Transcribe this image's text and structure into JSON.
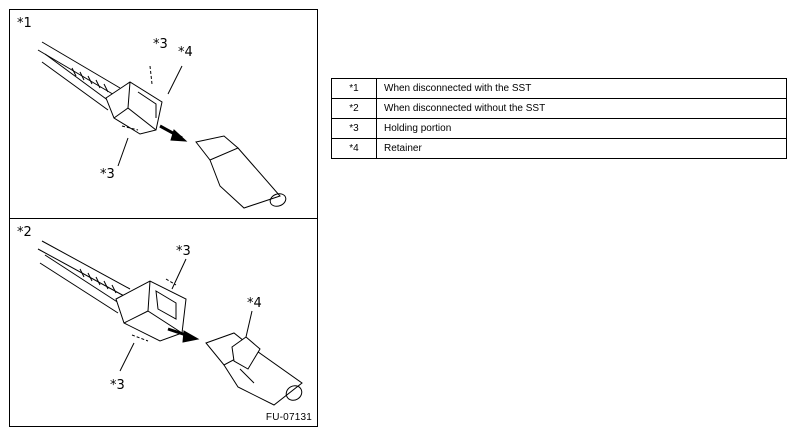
{
  "panels": [
    {
      "id": "*1",
      "callouts": [
        "*3",
        "*4",
        "*3"
      ]
    },
    {
      "id": "*2",
      "callouts": [
        "*3",
        "*4",
        "*3"
      ]
    }
  ],
  "figure_id": "FU-07131",
  "legend": [
    {
      "key": "*1",
      "text": "When disconnected with the SST"
    },
    {
      "key": "*2",
      "text": "When disconnected without the SST"
    },
    {
      "key": "*3",
      "text": "Holding portion"
    },
    {
      "key": "*4",
      "text": "Retainer"
    }
  ],
  "colors": {
    "line": "#000000",
    "fill": "#ffffff"
  }
}
